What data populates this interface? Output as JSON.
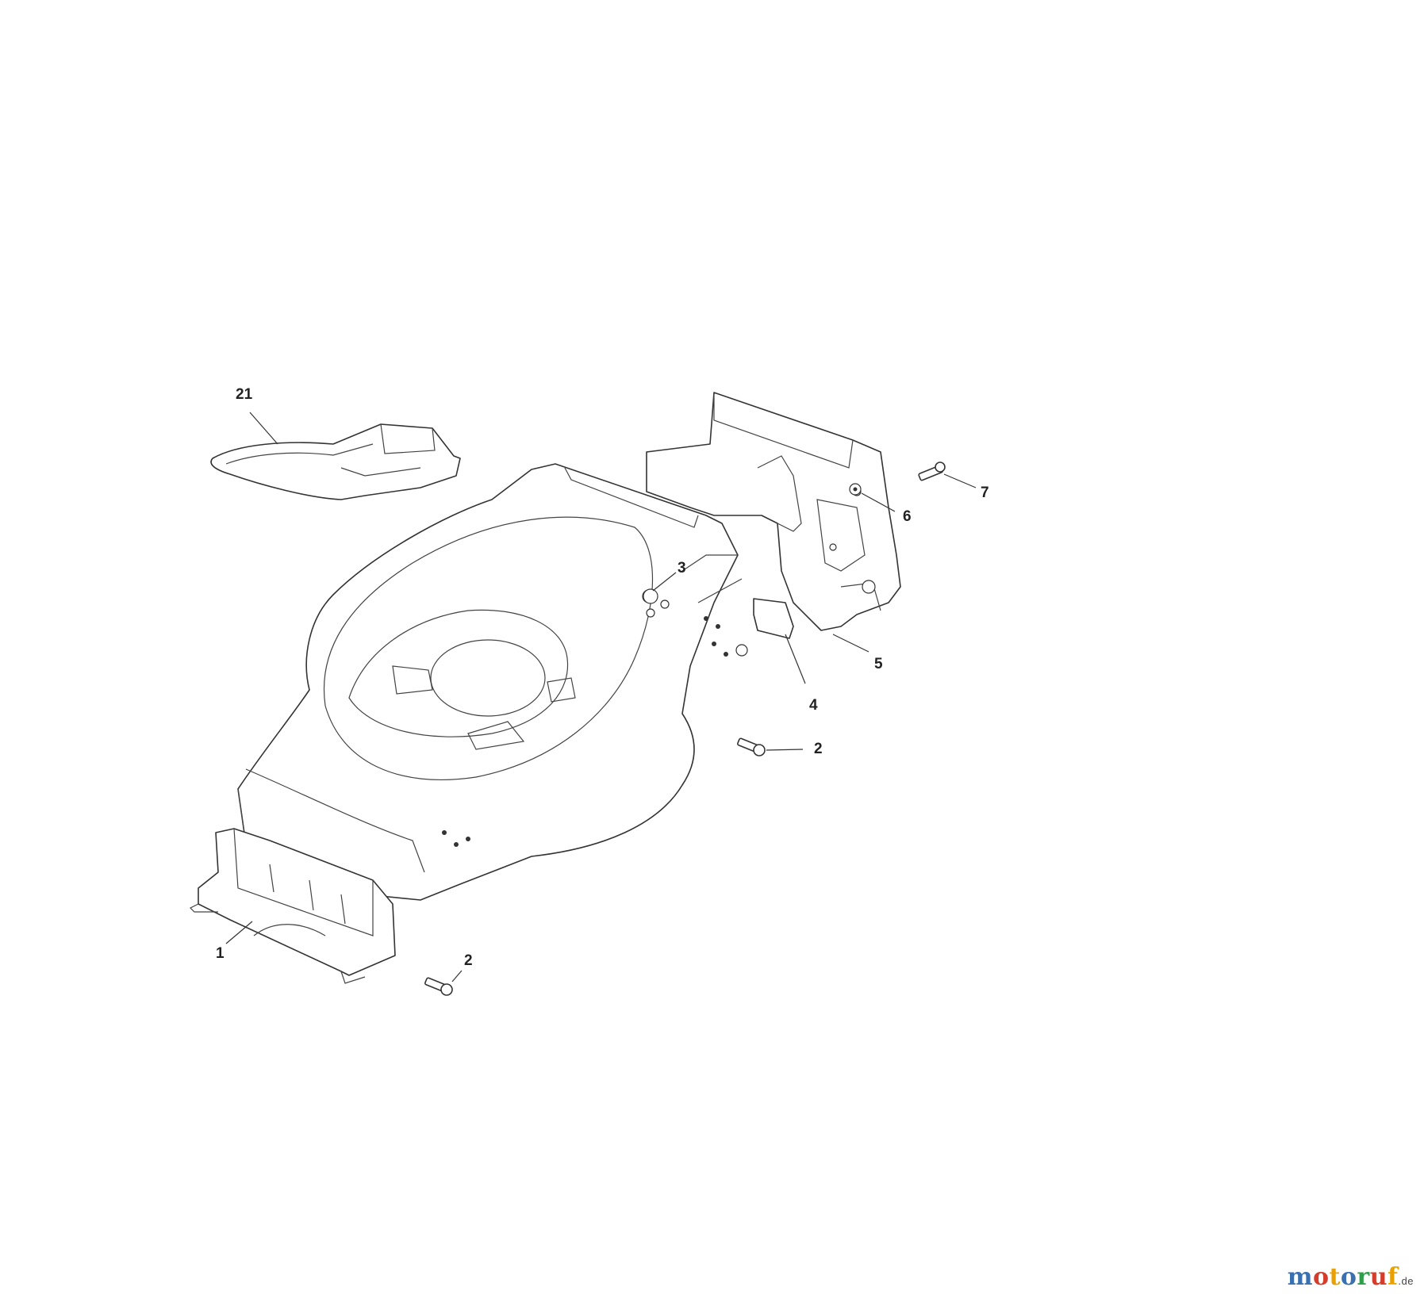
{
  "diagram": {
    "callouts": [
      {
        "id": "c21",
        "label": "21"
      },
      {
        "id": "c3",
        "label": "3"
      },
      {
        "id": "c7",
        "label": "7"
      },
      {
        "id": "c6",
        "label": "6"
      },
      {
        "id": "c5",
        "label": "5"
      },
      {
        "id": "c4",
        "label": "4"
      },
      {
        "id": "c2a",
        "label": "2"
      },
      {
        "id": "c1",
        "label": "1"
      },
      {
        "id": "c2b",
        "label": "2"
      }
    ]
  },
  "watermark": {
    "letters": [
      "m",
      "o",
      "t",
      "o",
      "r",
      "u",
      "f"
    ],
    "letter_colors": [
      "#3a6fb0",
      "#d43c2c",
      "#e8a100",
      "#3a6fb0",
      "#2e9e4a",
      "#d43c2c",
      "#e8a100"
    ],
    "suffix": ".de"
  }
}
